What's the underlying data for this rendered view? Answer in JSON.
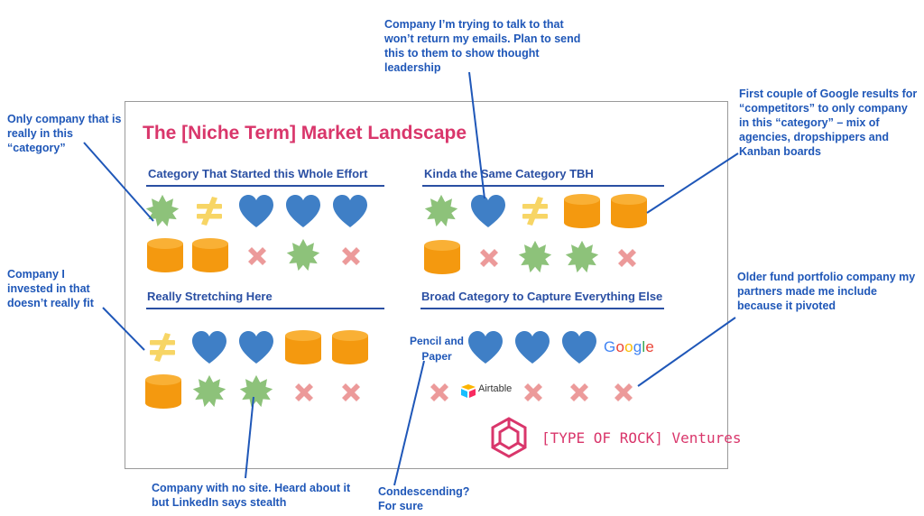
{
  "title": "The [Niche Term] Market Landscape",
  "categories": [
    "Category That Started this Whole Effort",
    "Kinda the Same Category TBH",
    "Really Stretching Here",
    "Broad Category to Capture Everything Else"
  ],
  "inline_labels": {
    "pencil_paper": "Pencil and Paper",
    "google": "Google",
    "airtable": "Airtable",
    "vc_name": "[TYPE OF ROCK] Ventures"
  },
  "annotations": {
    "only_company": "Only company that is really in this “category”",
    "invested": "Company I invested in that doesn’t really fit",
    "trying_to_talk": "Company I’m trying to talk to that won’t return my emails. Plan to send this to them to show thought leadership",
    "google_results": "First couple of Google results for “competitors” to only company in this “category” – mix of agencies, dropshippers and Kanban boards",
    "older_fund": "Older fund portfolio company my partners made me include because it pivoted",
    "no_site": "Company with no site. Heard about it but LinkedIn says stealth",
    "condescending": "Condescending? For sure"
  },
  "icons": {
    "starburst": "green-starburst-icon",
    "not_equal": "yellow-not-equal-icon",
    "heart": "blue-heart-icon",
    "cylinder": "orange-cylinder-icon",
    "cross": "pink-x-icon"
  },
  "colors": {
    "title": "#d9366b",
    "annotation": "#1f57b8",
    "green": "#8dc27a",
    "yellow": "#f7d565",
    "blue": "#3f7fc6",
    "orange": "#f4990f",
    "pink": "#ec9a9a"
  }
}
